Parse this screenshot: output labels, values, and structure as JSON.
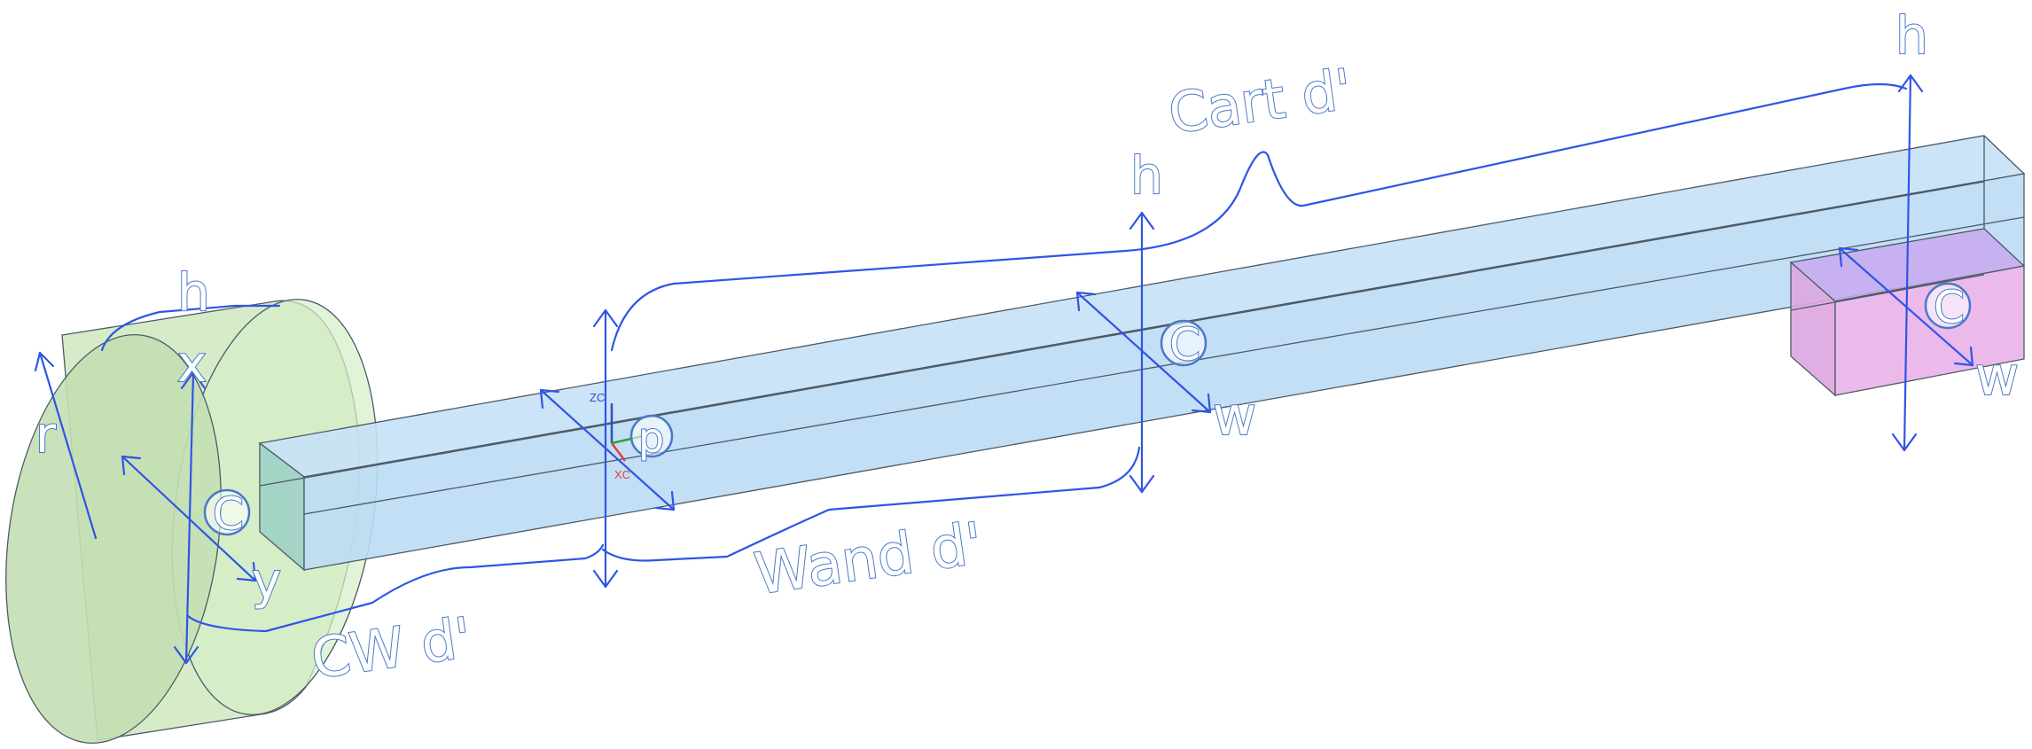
{
  "labels": {
    "cart": "Cart d'",
    "wand": "Wand d'",
    "cw": "CW d'",
    "h_left": "h",
    "h_mid": "h",
    "h_right": "h",
    "r": "r",
    "x": "x",
    "y": "y",
    "w_mid": "w",
    "w_right": "w",
    "c_cyl": "C",
    "c_mid": "C",
    "c_right": "C",
    "p": "p",
    "zc": "ZC",
    "xc": "XC"
  },
  "colors": {
    "counterweight": "#cfe9bf",
    "wand": "#bcdcf4",
    "cart": "#e9b3e9",
    "dimension_lines": "#2f55e6",
    "label_outline": "#4a78c8",
    "xc_axis": "#e04040",
    "zc_axis": "#3050c0"
  }
}
